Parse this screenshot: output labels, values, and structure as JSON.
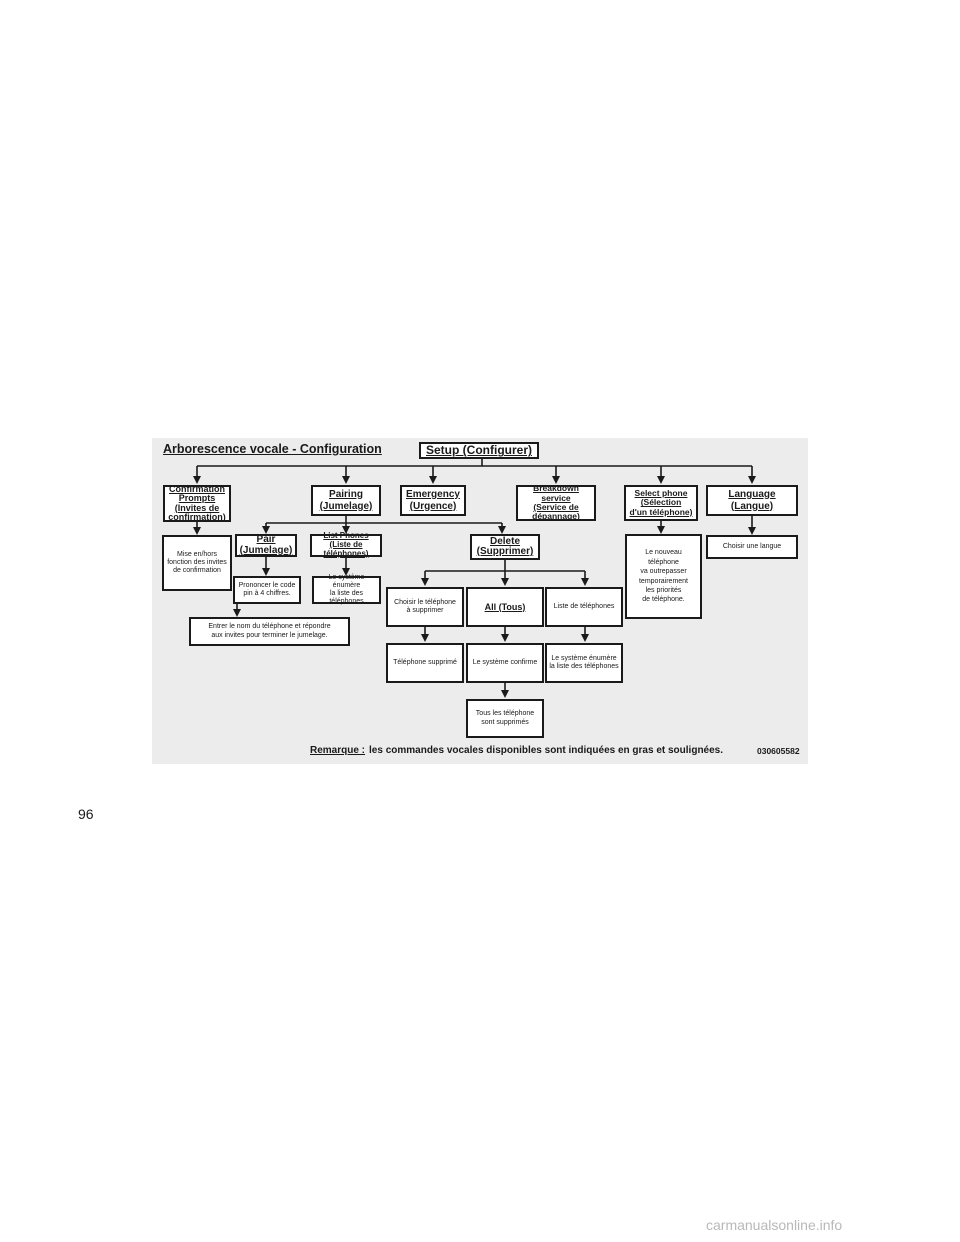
{
  "diagram": {
    "title": "Arborescence vocale - Configuration",
    "nodes": {
      "setup": "Setup (Configurer)",
      "confirmation": "Confirmation\nPrompts\n(Invites de\nconfirmation)",
      "pairing": "Pairing\n(Jumelage)",
      "emergency": "Emergency\n(Urgence)",
      "breakdown": "Breakdown service\n(Service de\ndépannage)",
      "select_phone": "Select phone\n(Sélection\nd'un téléphone)",
      "language": "Language\n(Langue)",
      "confirmation_desc": "Mise en/hors\nfonction des invites\nde confirmation",
      "pair": "Pair\n(Jumelage)",
      "list_phones": "List Phones\n(Liste de téléphones)",
      "delete": "Delete\n(Supprimer)",
      "select_phone_desc": "Le nouveau téléphone\nva outrepasser\ntemporairement\nles priorités\nde téléphone.",
      "language_desc": "Choisir une langue",
      "pair_pin": "Prononcer le code\npin à 4 chiffres.",
      "list_phones_desc": "Le système énumère\nla liste des téléphones",
      "pair_name": "Entrer le nom du téléphone et répondre\naux invites pour terminer le jumelage.",
      "delete_choose": "Choisir le téléphone\nà supprimer",
      "delete_all": "All (Tous)",
      "delete_list": "Liste de téléphones",
      "phone_deleted": "Téléphone supprimé",
      "system_confirms": "Le système confirme",
      "system_lists": "Le système énumère\nla liste des téléphones",
      "all_deleted": "Tous les téléphone\nsont supprimés"
    },
    "note_label": "Remarque :",
    "note_text": "les commandes vocales disponibles sont indiquées en gras et soulignées.",
    "figure_code": "030605582"
  },
  "page": {
    "number": "96",
    "watermark": "carmanualsonline.info"
  }
}
